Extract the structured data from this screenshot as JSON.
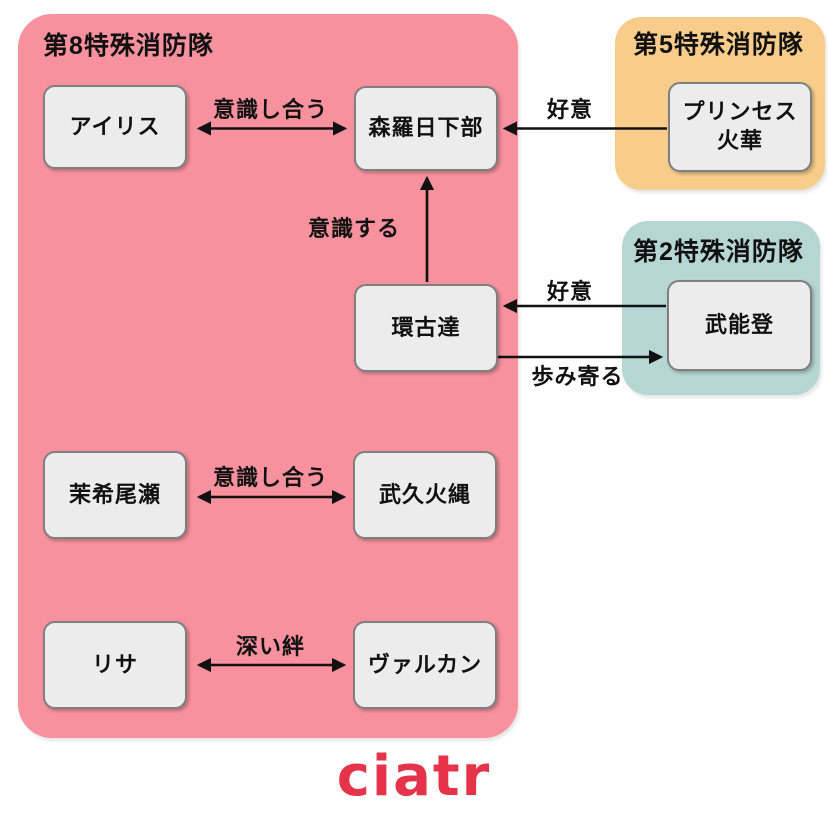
{
  "diagram": {
    "groups": {
      "company8": {
        "label": "第8特殊消防隊",
        "color": "#f7919e"
      },
      "company5": {
        "label": "第5特殊消防隊",
        "color": "#f8cc8a"
      },
      "company2": {
        "label": "第2特殊消防隊",
        "color": "#b6d6d2"
      }
    },
    "characters": {
      "iris": {
        "name": "アイリス",
        "company": "第8特殊消防隊"
      },
      "shinra": {
        "name": "森羅日下部",
        "company": "第8特殊消防隊"
      },
      "hibana": {
        "name_line1": "プリンセス",
        "name_line2": "火華",
        "company": "第5特殊消防隊"
      },
      "tamaki": {
        "name": "環古達",
        "company": "第8特殊消防隊"
      },
      "noto": {
        "name": "武能登",
        "company": "第2特殊消防隊"
      },
      "maki": {
        "name": "茉希尾瀬",
        "company": "第8特殊消防隊"
      },
      "hinawa": {
        "name": "武久火縄",
        "company": "第8特殊消防隊"
      },
      "lisa": {
        "name": "リサ",
        "company": "第8特殊消防隊"
      },
      "vulcan": {
        "name": "ヴァルカン",
        "company": "第8特殊消防隊"
      }
    },
    "relationships": {
      "iris_shinra": {
        "from": "アイリス",
        "to": "森羅日下部",
        "label": "意識し合う",
        "direction": "mutual"
      },
      "hibana_shinra": {
        "from": "プリンセス火華",
        "to": "森羅日下部",
        "label": "好意",
        "direction": "one-way"
      },
      "tamaki_shinra": {
        "from": "環古達",
        "to": "森羅日下部",
        "label": "意識する",
        "direction": "one-way"
      },
      "noto_tamaki": {
        "from": "武能登",
        "to": "環古達",
        "label": "好意",
        "direction": "one-way"
      },
      "tamaki_noto": {
        "from": "環古達",
        "to": "武能登",
        "label": "歩み寄る",
        "direction": "one-way"
      },
      "maki_hinawa": {
        "from": "茉希尾瀬",
        "to": "武久火縄",
        "label": "意識し合う",
        "direction": "mutual"
      },
      "lisa_vulcan": {
        "from": "リサ",
        "to": "ヴァルカン",
        "label": "深い絆",
        "direction": "mutual"
      }
    },
    "logo": {
      "text": "ciatr",
      "color": "#e53349"
    },
    "arrow_color": "#111111"
  }
}
